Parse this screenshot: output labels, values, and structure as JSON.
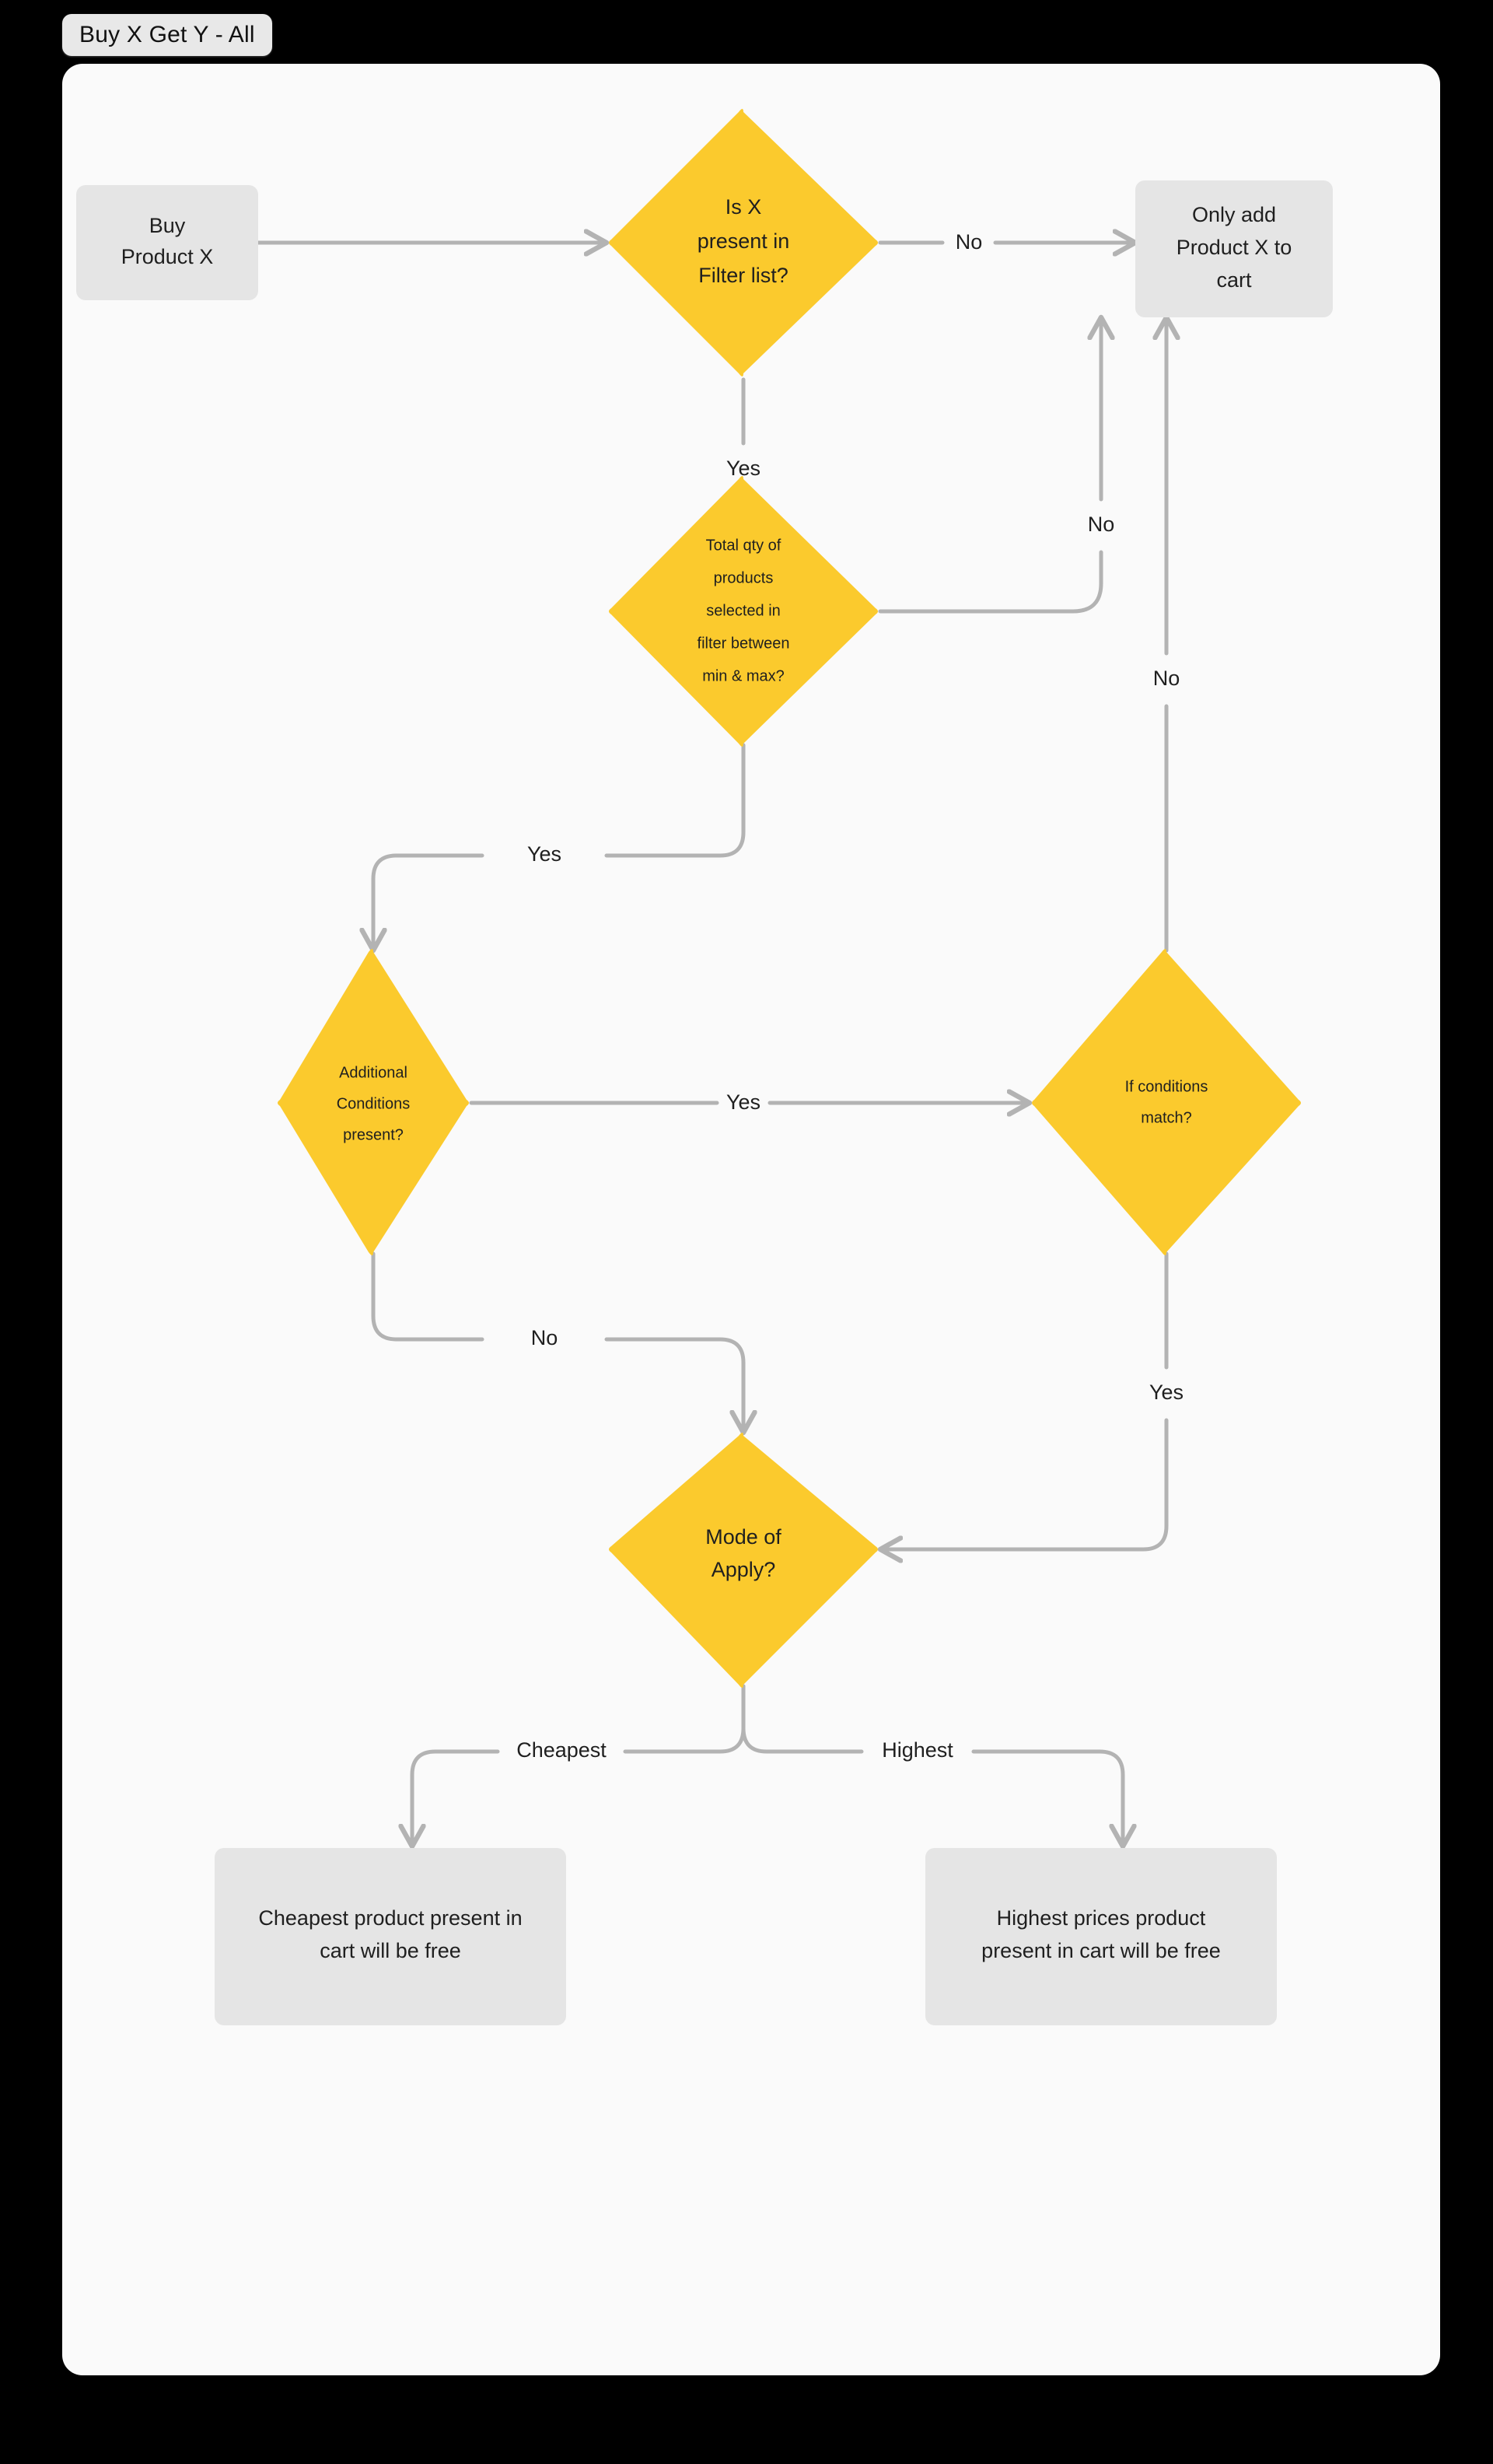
{
  "title_tab": {
    "label": "Buy X Get Y - All"
  },
  "colors": {
    "canvas_bg": "#fafafa",
    "page_bg": "#000000",
    "decision_fill": "#fbca2d",
    "process_fill": "#e5e5e5",
    "edge_stroke": "#b3b3b3",
    "text": "#1f1f1f",
    "tab_fill": "#e8e8e8"
  },
  "chart_data": {
    "type": "flowchart",
    "title": "Buy X Get Y - All",
    "nodes": [
      {
        "id": "buy-product-x",
        "shape": "process",
        "label": "Buy\nProduct X",
        "lines": [
          "Buy",
          "Product X"
        ]
      },
      {
        "id": "is-x-in-filter",
        "shape": "decision",
        "label": "Is X present in Filter list?",
        "lines": [
          "Is X",
          "present in",
          "Filter list?"
        ]
      },
      {
        "id": "only-add-x-to-cart",
        "shape": "process",
        "label": "Only add Product X to cart",
        "lines": [
          "Only add",
          "Product X to",
          "cart"
        ]
      },
      {
        "id": "total-qty-in-range",
        "shape": "decision",
        "label": "Total qty of products selected in filter between min & max?",
        "lines": [
          "Total qty of",
          "products",
          "selected in",
          "filter between",
          "min & max?"
        ]
      },
      {
        "id": "additional-conditions",
        "shape": "decision",
        "label": "Additional Conditions present?",
        "lines": [
          "Additional",
          "Conditions",
          "present?"
        ]
      },
      {
        "id": "if-conditions-match",
        "shape": "decision",
        "label": "If conditions match?",
        "lines": [
          "If conditions",
          "match?"
        ]
      },
      {
        "id": "mode-of-apply",
        "shape": "decision",
        "label": "Mode of Apply?",
        "lines": [
          "Mode of",
          "Apply?"
        ]
      },
      {
        "id": "cheapest-free",
        "shape": "process",
        "label": "Cheapest product present in cart will be free",
        "lines": [
          "Cheapest product present in",
          "cart will be free"
        ]
      },
      {
        "id": "highest-free",
        "shape": "process",
        "label": "Highest prices product present in cart will be free",
        "lines": [
          "Highest prices product",
          "present in cart will be free"
        ]
      }
    ],
    "edges": [
      {
        "from": "buy-product-x",
        "to": "is-x-in-filter",
        "label": ""
      },
      {
        "from": "is-x-in-filter",
        "to": "only-add-x-to-cart",
        "label": "No"
      },
      {
        "from": "is-x-in-filter",
        "to": "total-qty-in-range",
        "label": "Yes"
      },
      {
        "from": "total-qty-in-range",
        "to": "only-add-x-to-cart",
        "label": "No"
      },
      {
        "from": "total-qty-in-range",
        "to": "additional-conditions",
        "label": "Yes"
      },
      {
        "from": "additional-conditions",
        "to": "if-conditions-match",
        "label": "Yes"
      },
      {
        "from": "additional-conditions",
        "to": "mode-of-apply",
        "label": "No"
      },
      {
        "from": "if-conditions-match",
        "to": "only-add-x-to-cart",
        "label": "No"
      },
      {
        "from": "if-conditions-match",
        "to": "mode-of-apply",
        "label": "Yes"
      },
      {
        "from": "mode-of-apply",
        "to": "cheapest-free",
        "label": "Cheapest"
      },
      {
        "from": "mode-of-apply",
        "to": "highest-free",
        "label": "Highest"
      }
    ]
  },
  "nodes": {
    "buy_product_x": {
      "line1": "Buy",
      "line2": "Product X"
    },
    "is_x_in_filter": {
      "line1": "Is X",
      "line2": "present in",
      "line3": "Filter list?"
    },
    "only_add_x_to_cart": {
      "line1": "Only add",
      "line2": "Product X to",
      "line3": "cart"
    },
    "total_qty_in_range": {
      "line1": "Total qty of",
      "line2": "products",
      "line3": "selected in",
      "line4": "filter between",
      "line5": "min & max?"
    },
    "additional_conditions": {
      "line1": "Additional",
      "line2": "Conditions",
      "line3": "present?"
    },
    "if_conditions_match": {
      "line1": "If conditions",
      "line2": "match?"
    },
    "mode_of_apply": {
      "line1": "Mode of",
      "line2": "Apply?"
    },
    "cheapest_free": {
      "line1": "Cheapest product present in",
      "line2": "cart will be free"
    },
    "highest_free": {
      "line1": "Highest prices product",
      "line2": "present in cart will be free"
    }
  },
  "edge_labels": {
    "is_x_no": "No",
    "is_x_yes": "Yes",
    "qty_no": "No",
    "qty_yes": "Yes",
    "cond_yes": "Yes",
    "cond_no": "No",
    "match_no": "No",
    "match_yes": "Yes",
    "mode_cheapest": "Cheapest",
    "mode_highest": "Highest"
  }
}
